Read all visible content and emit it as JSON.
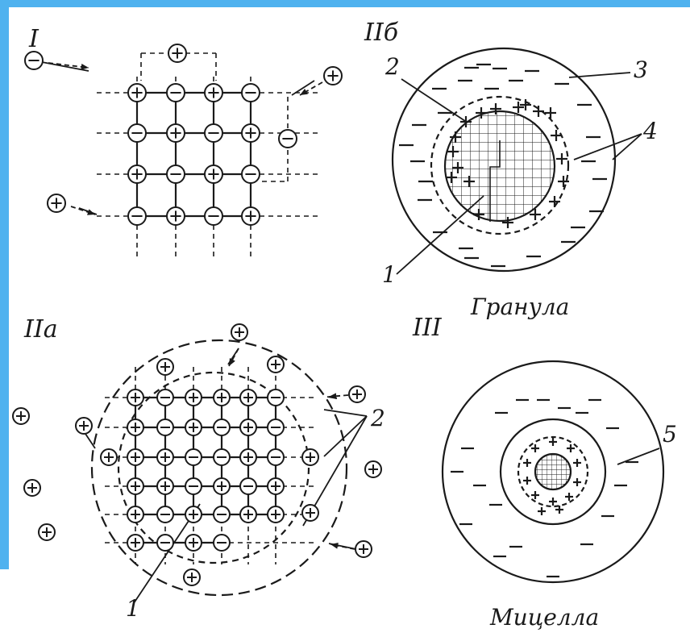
{
  "panels": {
    "I": {
      "label": "I"
    },
    "IIa": {
      "label": "IIа"
    },
    "IIb": {
      "label": "IIб",
      "caption": "Гранула"
    },
    "III": {
      "label": "III",
      "caption": "Мицелла"
    }
  },
  "callouts": {
    "n1": "1",
    "n2": "2",
    "n3": "3",
    "n4": "4",
    "n5": "5"
  },
  "colors": {
    "frame": "#4fb2ef",
    "ink": "#1a1a1a"
  },
  "icons": {
    "plus": "plus-ion-icon",
    "minus": "minus-ion-icon"
  }
}
